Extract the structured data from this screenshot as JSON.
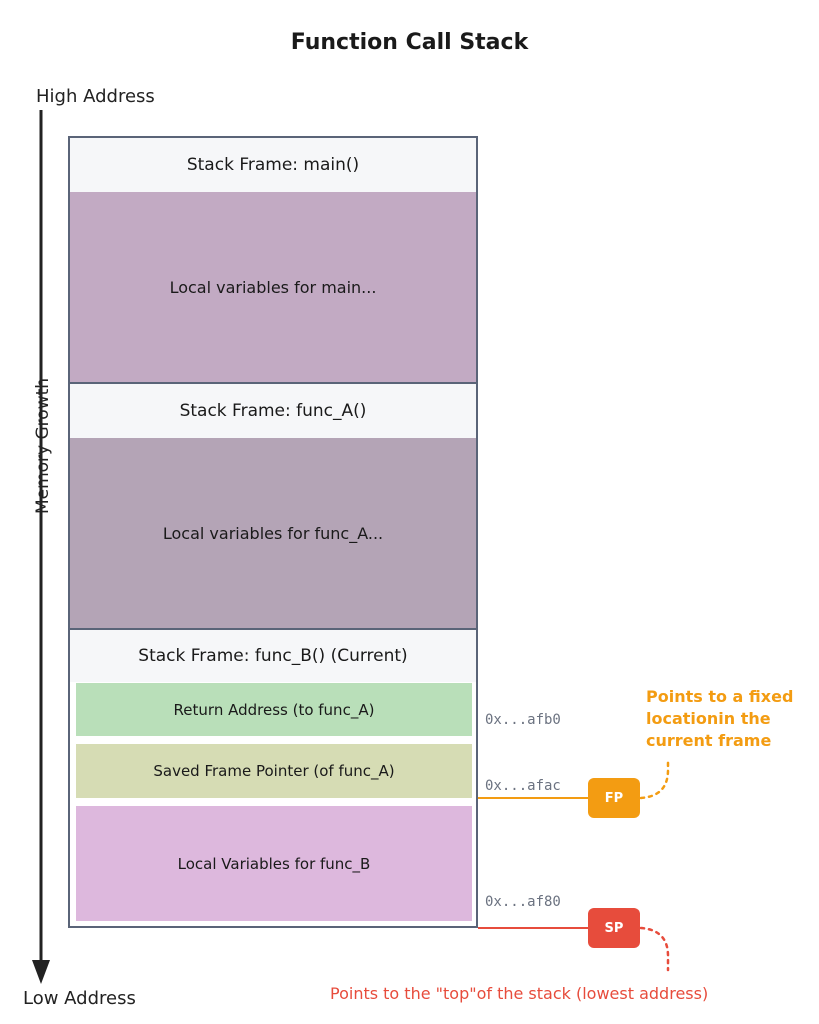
{
  "title": "Function Call Stack",
  "axis": {
    "high_label": "High Address",
    "low_label": "Low Address",
    "growth_label": "Memory Growth"
  },
  "frames": {
    "main": {
      "header": "Stack Frame: main()",
      "body": "Local variables for main..."
    },
    "func_a": {
      "header": "Stack Frame: func_A()",
      "body": "Local variables for func_A..."
    },
    "func_b": {
      "header": "Stack Frame: func_B() (Current)",
      "slots": [
        "Return Address (to func_A)",
        "Saved Frame Pointer (of func_A)",
        "Local Variables for func_B"
      ]
    }
  },
  "addresses": [
    "0x...afb0",
    "0x...afac",
    "0x...af80"
  ],
  "pointers": {
    "fp": {
      "label": "FP",
      "note_lines": [
        "Points to a fixed",
        "locationin the",
        "current frame"
      ]
    },
    "sp": {
      "label": "SP",
      "note": "Points to the \"top\"of the stack (lowest address)"
    }
  },
  "colors": {
    "main_body": "#c2aac3",
    "func_a_body": "#b4a4b6",
    "return_slot": "#b9dfb9",
    "saved_fp_slot": "#d6dcb4",
    "locals_b_slot": "#ddb8dd",
    "fp_accent": "#f39c12",
    "sp_accent": "#e74c3c",
    "border": "#5a6478"
  }
}
